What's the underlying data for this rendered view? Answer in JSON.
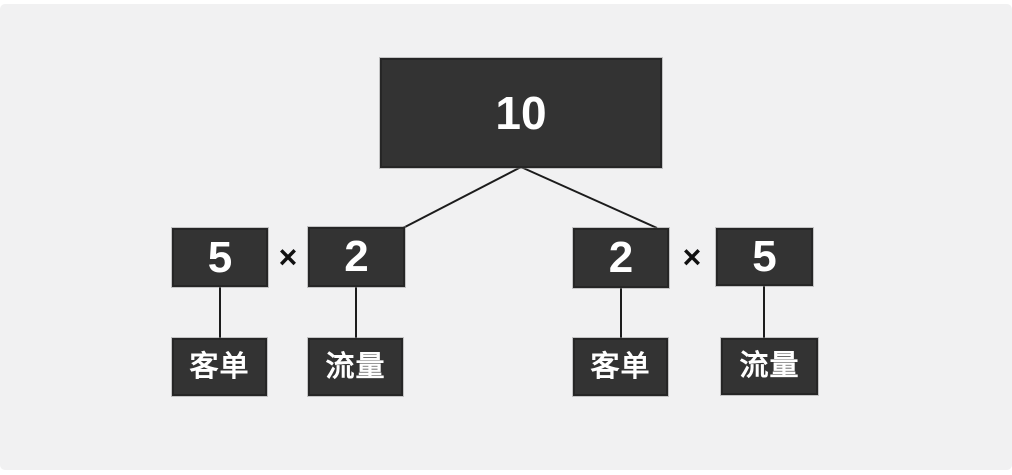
{
  "page": {
    "background": "#ffffff",
    "canvas_background": "#f1f1f2"
  },
  "colors": {
    "node_fill": "#333333",
    "node_border": "#262626",
    "node_text": "#ffffff",
    "connector": "#1c1c1c",
    "operator": "#111111"
  },
  "diagram": {
    "root": {
      "value": "10"
    },
    "operator": "×",
    "groups": [
      {
        "factors": [
          {
            "value": "5",
            "label": "客单"
          },
          {
            "value": "2",
            "label": "流量"
          }
        ]
      },
      {
        "factors": [
          {
            "value": "2",
            "label": "客单"
          },
          {
            "value": "5",
            "label": "流量"
          }
        ]
      }
    ]
  }
}
